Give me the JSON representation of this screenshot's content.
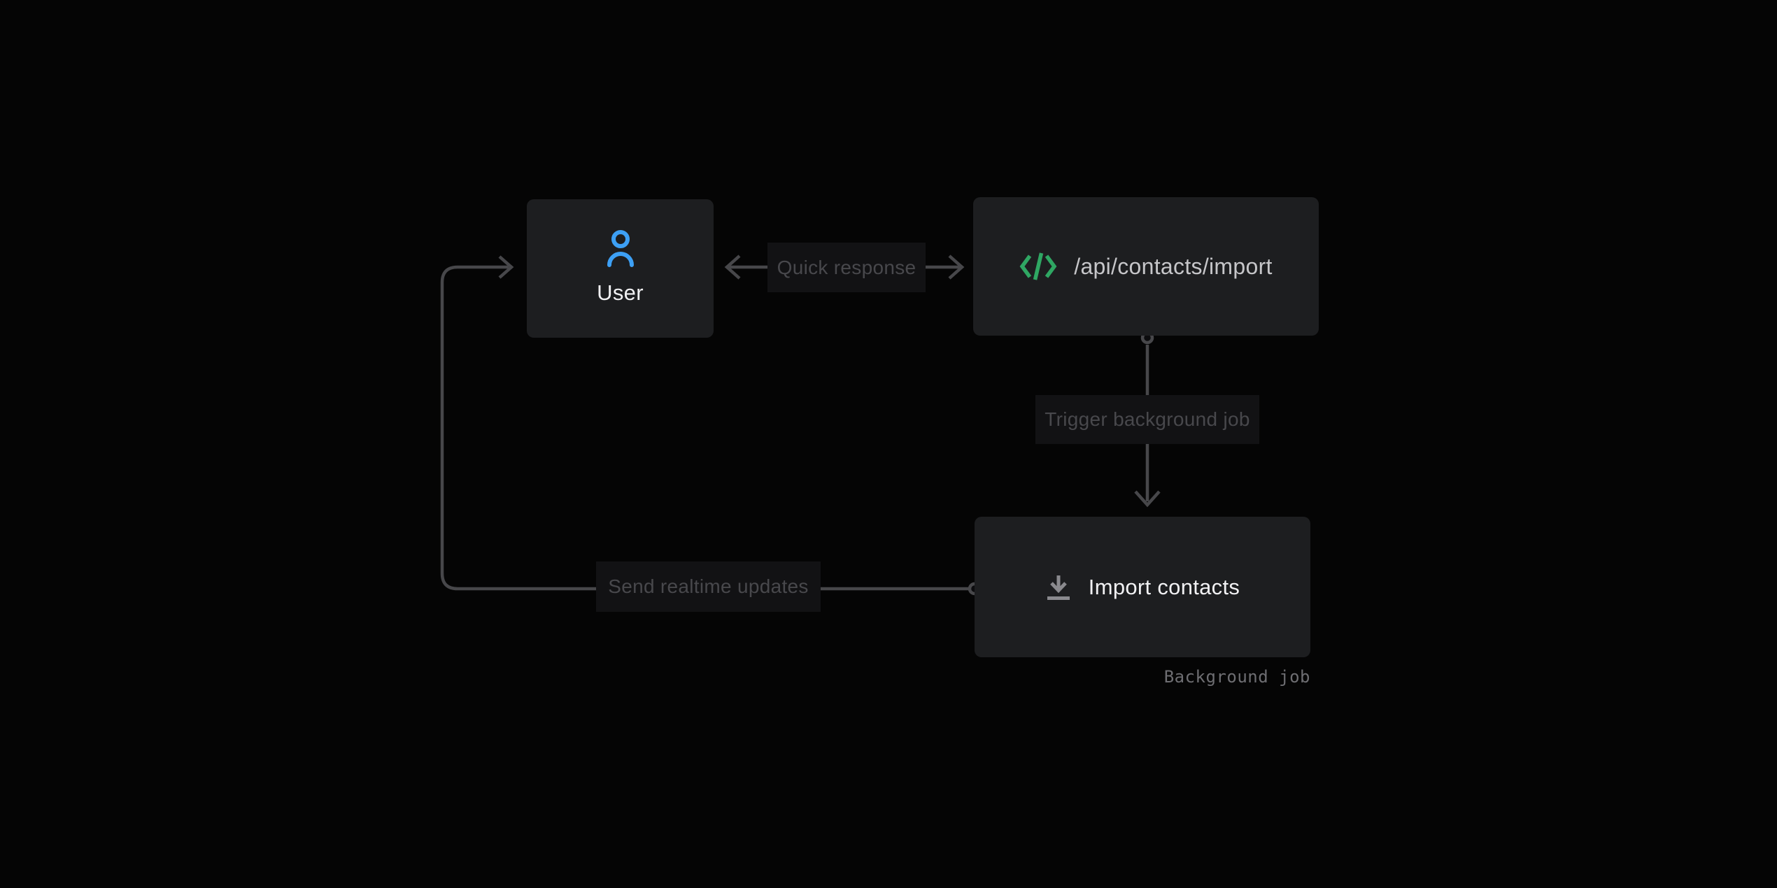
{
  "diagram": {
    "nodes": {
      "user": {
        "label": "User",
        "icon": "person",
        "icon_color": "#3da0f5"
      },
      "api": {
        "label": "/api/contacts/import",
        "icon": "code-brackets",
        "icon_color": "#2fa763"
      },
      "import_job": {
        "label": "Import contacts",
        "icon": "download",
        "icon_color": "#8a8a8e",
        "annotation": "Background job"
      }
    },
    "edges": {
      "quick_response": {
        "label": "Quick response",
        "from": "api",
        "to": "user",
        "style": "double-headed-arrow"
      },
      "trigger_job": {
        "label": "Trigger background job",
        "from": "api",
        "to": "import_job",
        "style": "arrow-down"
      },
      "realtime_updates": {
        "label": "Send realtime updates",
        "from": "import_job",
        "to": "user",
        "style": "elbow-arrow"
      }
    },
    "colors": {
      "background": "#050505",
      "node_background": "#1d1e20",
      "edge_label_background": "#121214",
      "edge_line": "#47474a",
      "edge_label_text": "#48484c",
      "node_text_primary": "#f1f1f3",
      "node_text_api": "#c6c6c9",
      "annotation_text": "#6e6e72"
    }
  }
}
